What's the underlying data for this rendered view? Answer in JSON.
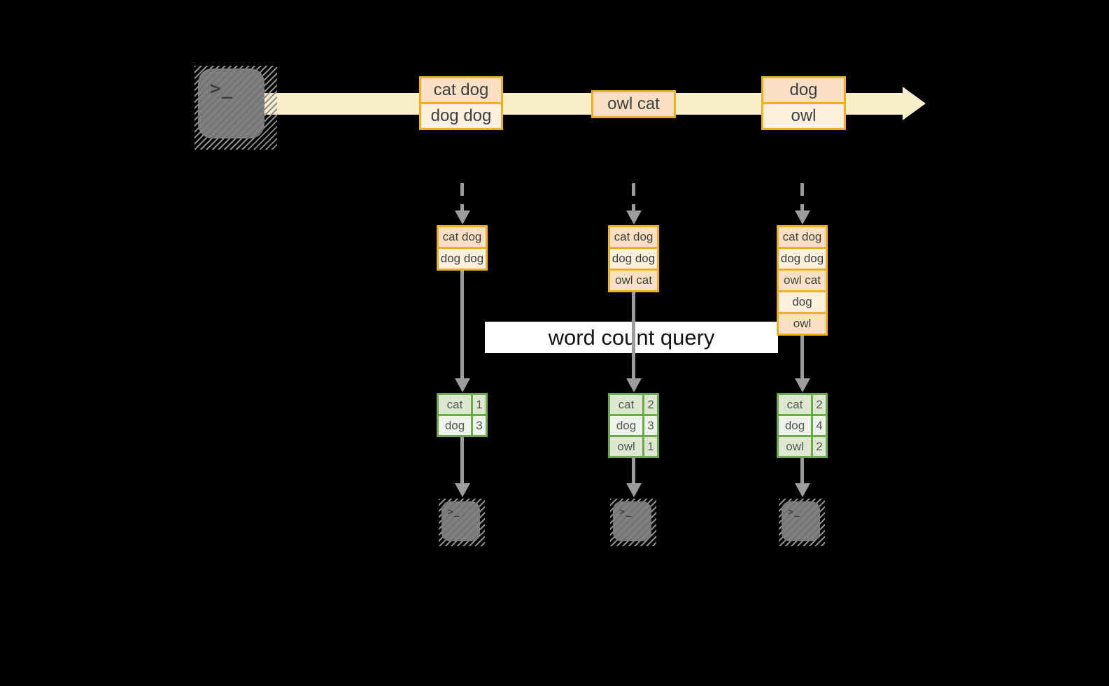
{
  "query_label": "word count query",
  "terminal_glyph": ">_",
  "stream": {
    "events": [
      {
        "rows": [
          "cat dog",
          "dog dog"
        ]
      },
      {
        "rows": [
          "owl cat"
        ]
      },
      {
        "rows": [
          "dog",
          "owl"
        ]
      }
    ]
  },
  "columns": [
    {
      "state_rows": [
        "cat dog",
        "dog dog"
      ],
      "counts": [
        {
          "word": "cat",
          "count": "1"
        },
        {
          "word": "dog",
          "count": "3"
        }
      ]
    },
    {
      "state_rows": [
        "cat dog",
        "dog dog",
        "owl cat"
      ],
      "counts": [
        {
          "word": "cat",
          "count": "2"
        },
        {
          "word": "dog",
          "count": "3"
        },
        {
          "word": "owl",
          "count": "1"
        }
      ]
    },
    {
      "state_rows": [
        "cat dog",
        "dog dog",
        "owl cat",
        "dog",
        "owl"
      ],
      "counts": [
        {
          "word": "cat",
          "count": "2"
        },
        {
          "word": "dog",
          "count": "4"
        },
        {
          "word": "owl",
          "count": "2"
        }
      ]
    }
  ],
  "colors": {
    "stream_band": "#FBEFCB",
    "box_border": "#F2AF1D",
    "box_fill_dark": "#FAE0C2",
    "box_fill_light": "#FDF1DE",
    "table_border": "#6FA84F",
    "table_fill_dark": "#DCE8D0",
    "table_fill_light": "#EEF4EA",
    "arrow_gray": "#9C9C9C",
    "terminal_fill": "#7F7F7F"
  }
}
